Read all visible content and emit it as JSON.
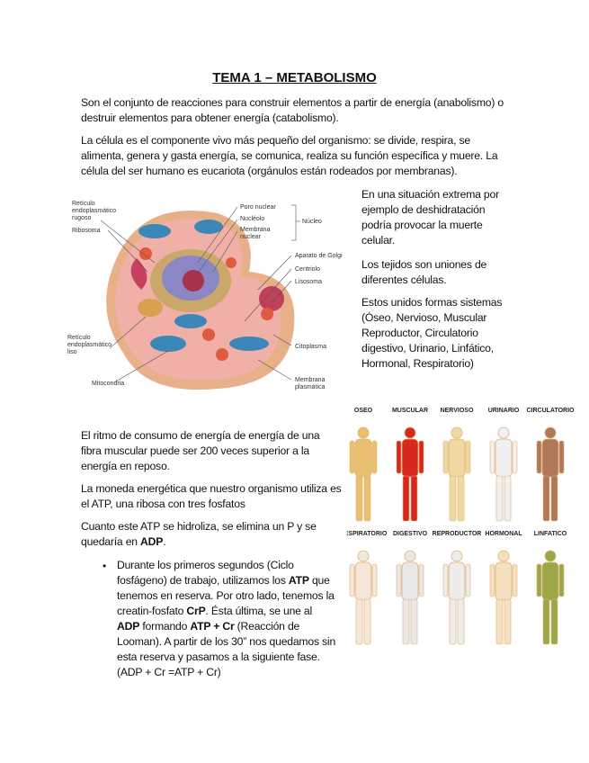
{
  "title": "TEMA 1 – METABOLISMO",
  "intro": [
    "Son el conjunto de reacciones para construir elementos a partir de energía (anabolismo) o destruir elementos para obtener energía (catabolismo).",
    "La célula es el componente vivo más pequeño del organismo: se divide, respira, se alimenta, genera y gasta energía, se comunica, realiza su función específica y muere. La célula del ser humano es eucariota (orgánulos están rodeados por membranas)."
  ],
  "cell_diagram": {
    "labels": {
      "rer": [
        "Retículo",
        "endoplasmático",
        "rugoso"
      ],
      "ribosoma": "Ribosoma",
      "poro": "Poro nuclear",
      "nucleolo": "Nucléolo",
      "membrana_nuclear": [
        "Membrana",
        "nuclear"
      ],
      "nucleo": "Núcleo",
      "golgi": "Aparato de Golgi",
      "centriolo": "Centriolo",
      "lisosoma": "Lisosoma",
      "rel": [
        "Retículo",
        "endoplasmático",
        "liso"
      ],
      "citoplasma": "Citoplasma",
      "mitocondria": "Mitocondria",
      "membrana_plasmatica": [
        "Membrana",
        "plasmática"
      ]
    }
  },
  "side_text": [
    "En una situación extrema por ejemplo de deshidratación podría provocar la muerte celular.",
    "Los tejidos son uniones de diferentes células.",
    "Estos unidos formas sistemas (Óseo, Nervioso, Muscular Reproductor, Circulatorio digestivo, Urinario, Linfático, Hormonal, Respiratorio)"
  ],
  "body_systems": [
    "OSEO",
    "MUSCULAR",
    "NERVIOSO",
    "URINARIO",
    "CIRCULATORIO",
    "RESPIRATORIO",
    "DIGESTIVO",
    "REPRODUCTOR",
    "HORMONAL",
    "LINFATICO"
  ],
  "lower_text": [
    "El ritmo de consumo de energía de energía de una fibra muscular puede ser 200 veces superior a la energía en reposo.",
    "La moneda energética que nuestro organismo utiliza es el ATP, una ribosa con tres fosfatos"
  ],
  "atp_para": {
    "t1": "Cuanto este ATP se hidroliza, se elimina un P y se quedaría en ",
    "b1": "ADP",
    "t2": "."
  },
  "bullet": {
    "t1": "Durante los primeros segundos (Ciclo fosfágeno) de trabajo, utilizamos los ",
    "b1": "ATP",
    "t2": " que tenemos en reserva. Por otro lado, tenemos la creatin-fosfato ",
    "b2": "CrP",
    "t3": ". Ésta última, se une al ",
    "b3": "ADP",
    "t4": " formando ",
    "b4": "ATP + Cr",
    "t5": " (Reacción de Looman). A partir de los 30” nos quedamos sin esta reserva y pasamos a la siguiente fase. (ADP + Cr =ATP + Cr)"
  }
}
